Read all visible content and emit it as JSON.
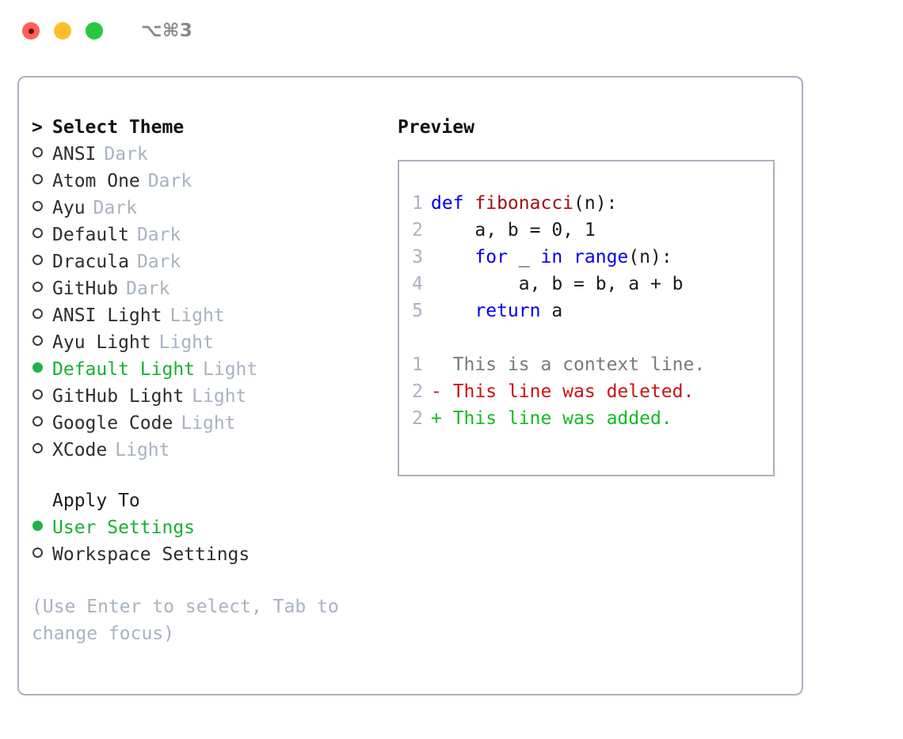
{
  "titlebar": {
    "shortcut": "⌥⌘3",
    "lights": [
      "close-red",
      "minimize-yellow",
      "maximize-green"
    ]
  },
  "theme_picker": {
    "header_marker": ">",
    "header": "Select Theme",
    "items": [
      {
        "marker": "o",
        "label": "ANSI",
        "variant": "Dark",
        "selected": false
      },
      {
        "marker": "o",
        "label": "Atom One",
        "variant": "Dark",
        "selected": false
      },
      {
        "marker": "o",
        "label": "Ayu",
        "variant": "Dark",
        "selected": false
      },
      {
        "marker": "o",
        "label": "Default",
        "variant": "Dark",
        "selected": false
      },
      {
        "marker": "o",
        "label": "Dracula",
        "variant": "Dark",
        "selected": false
      },
      {
        "marker": "o",
        "label": "GitHub",
        "variant": "Dark",
        "selected": false
      },
      {
        "marker": "o",
        "label": "ANSI Light",
        "variant": "Light",
        "selected": false
      },
      {
        "marker": "o",
        "label": "Ayu Light",
        "variant": "Light",
        "selected": false
      },
      {
        "marker": "●",
        "label": "Default Light",
        "variant": "Light",
        "selected": true
      },
      {
        "marker": "o",
        "label": "GitHub Light",
        "variant": "Light",
        "selected": false
      },
      {
        "marker": "o",
        "label": "Google Code",
        "variant": "Light",
        "selected": false
      },
      {
        "marker": "o",
        "label": "XCode",
        "variant": "Light",
        "selected": false
      }
    ]
  },
  "apply_to": {
    "heading": "Apply To",
    "options": [
      {
        "marker": "●",
        "label": "User Settings",
        "selected": true
      },
      {
        "marker": "o",
        "label": "Workspace Settings",
        "selected": false
      }
    ]
  },
  "hint": "(Use Enter to select, Tab to change focus)",
  "preview": {
    "title": "Preview",
    "code_lines": [
      {
        "no": "1",
        "segments": [
          {
            "t": "def ",
            "c": "kw"
          },
          {
            "t": "fibonacci",
            "c": "fn"
          },
          {
            "t": "(n):",
            "c": "pl"
          }
        ]
      },
      {
        "no": "2",
        "segments": [
          {
            "t": "    a, b = 0, 1",
            "c": "pl"
          }
        ]
      },
      {
        "no": "3",
        "segments": [
          {
            "t": "    ",
            "c": "pl"
          },
          {
            "t": "for",
            "c": "kw"
          },
          {
            "t": " _ ",
            "c": "pl"
          },
          {
            "t": "in",
            "c": "kw"
          },
          {
            "t": " ",
            "c": "pl"
          },
          {
            "t": "range",
            "c": "kw"
          },
          {
            "t": "(n):",
            "c": "pl"
          }
        ]
      },
      {
        "no": "4",
        "segments": [
          {
            "t": "        a, b = b, a + b",
            "c": "pl"
          }
        ]
      },
      {
        "no": "5",
        "segments": [
          {
            "t": "    ",
            "c": "pl"
          },
          {
            "t": "return",
            "c": "kw"
          },
          {
            "t": " a",
            "c": "pl"
          }
        ]
      }
    ],
    "diff_lines": [
      {
        "no": "1",
        "sign": "  ",
        "text": "This is a context line.",
        "kind": "ctx"
      },
      {
        "no": "2",
        "sign": "- ",
        "text": "This line was deleted.",
        "kind": "del"
      },
      {
        "no": "2",
        "sign": "+ ",
        "text": "This line was added.",
        "kind": "add"
      }
    ]
  },
  "colors": {
    "accent_green": "#17b033",
    "muted": "#a9b2c0",
    "keyword_blue": "#0000ee",
    "function_red": "#a01010",
    "diff_delete": "#cc1111",
    "diff_add": "#11bb22",
    "border": "#a9b2c0"
  }
}
